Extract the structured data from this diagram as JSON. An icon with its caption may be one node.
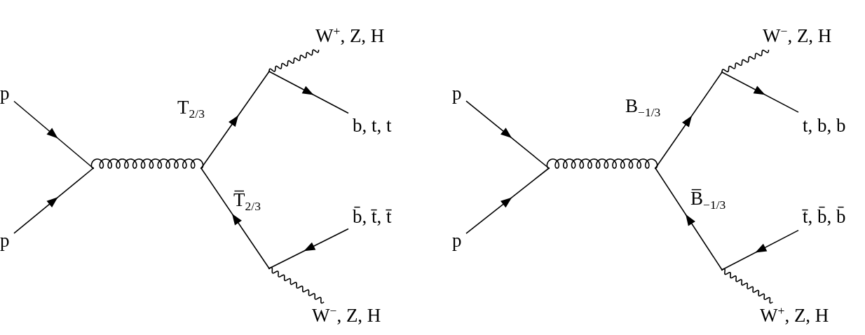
{
  "diagram": {
    "nodes": [
      {
        "text": [
          "p"
        ]
      },
      {
        "text": [
          "p"
        ]
      },
      {
        "text": [
          "W$^{+}$, Z, H"
        ]
      },
      {
        "text": [
          "b, t, t"
        ]
      },
      {
        "text": [
          "b̄, t̄, t̄"
        ]
      },
      {
        "text": [
          "W$^{−}$, Z, H"
        ]
      },
      {
        "text": [],
        "shape": "point"
      },
      {
        "text": [],
        "shape": "point"
      },
      {
        "text": [],
        "shape": "point"
      },
      {
        "text": [],
        "shape": "point"
      },
      {
        "text": [
          "p"
        ]
      },
      {
        "text": [
          "p"
        ]
      },
      {
        "text": [
          "W$^{−}$, Z, H"
        ]
      },
      {
        "text": [
          "t, b, b"
        ]
      },
      {
        "text": [
          "t̄, b̄, b̄"
        ]
      },
      {
        "text": [
          "W$^{+}$, Z, H"
        ]
      },
      {
        "text": [],
        "shape": "point"
      },
      {
        "text": [],
        "shape": "point"
      },
      {
        "text": [],
        "shape": "point"
      },
      {
        "text": [],
        "shape": "point"
      }
    ],
    "edges": [
      {
        "from": 0,
        "to": 6,
        "arrow": "to"
      },
      {
        "from": 1,
        "to": 6,
        "arrow": "to"
      },
      {
        "from": 6,
        "to": 7,
        "arrow": "none"
      },
      {
        "from": 7,
        "to": 8,
        "arrow": "to",
        "label": "T$_{2/3}$"
      },
      {
        "from": 8,
        "to": 2,
        "arrow": "none"
      },
      {
        "from": 8,
        "to": 3,
        "arrow": "to"
      },
      {
        "from": 4,
        "to": 9,
        "arrow": "to"
      },
      {
        "from": 9,
        "to": 7,
        "arrow": "to",
        "label": "T̅$_{2/3}$"
      },
      {
        "from": 9,
        "to": 5,
        "arrow": "none"
      },
      {
        "from": 10,
        "to": 16,
        "arrow": "to"
      },
      {
        "from": 11,
        "to": 16,
        "arrow": "to"
      },
      {
        "from": 16,
        "to": 17,
        "arrow": "none"
      },
      {
        "from": 17,
        "to": 18,
        "arrow": "to",
        "label": "B$_{−1/3}$"
      },
      {
        "from": 18,
        "to": 12,
        "arrow": "none"
      },
      {
        "from": 18,
        "to": 13,
        "arrow": "to"
      },
      {
        "from": 14,
        "to": 19,
        "arrow": "to"
      },
      {
        "from": 19,
        "to": 17,
        "arrow": "to",
        "label": "B̅$_{−1/3}$"
      },
      {
        "from": 19,
        "to": 15,
        "arrow": "none"
      }
    ]
  }
}
